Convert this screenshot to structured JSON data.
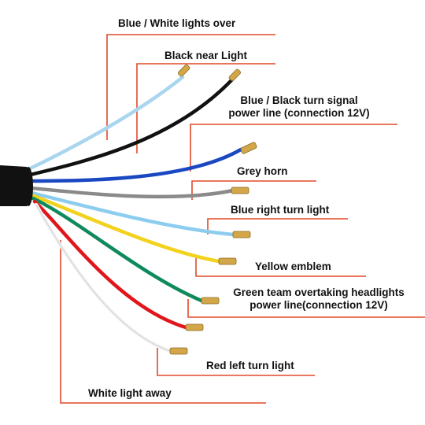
{
  "labels": {
    "blue_white": "Blue / White lights over",
    "black": "Black near Light",
    "blue_black_1": "Blue / Black turn signal",
    "blue_black_2": "power line (connection 12V)",
    "grey": "Grey horn",
    "blue_right": "Blue right turn light",
    "yellow": "Yellow emblem",
    "green_1": "Green team overtaking headlights",
    "green_2": "power line(connection 12V)",
    "red": "Red left turn light",
    "white": "White light away"
  },
  "colors": {
    "leader": "#e04a2a",
    "wire_blue_white": "#a9d6ee",
    "wire_black": "#111111",
    "wire_blue_black": "#1a47c2",
    "wire_grey": "#8a8a8a",
    "wire_light_blue": "#8ccdef",
    "wire_yellow": "#f2d21c",
    "wire_green": "#0f8a5c",
    "wire_red": "#e0161b",
    "wire_white": "#f2f2f2",
    "terminal": "#d4a64a",
    "sheath": "#111111"
  }
}
